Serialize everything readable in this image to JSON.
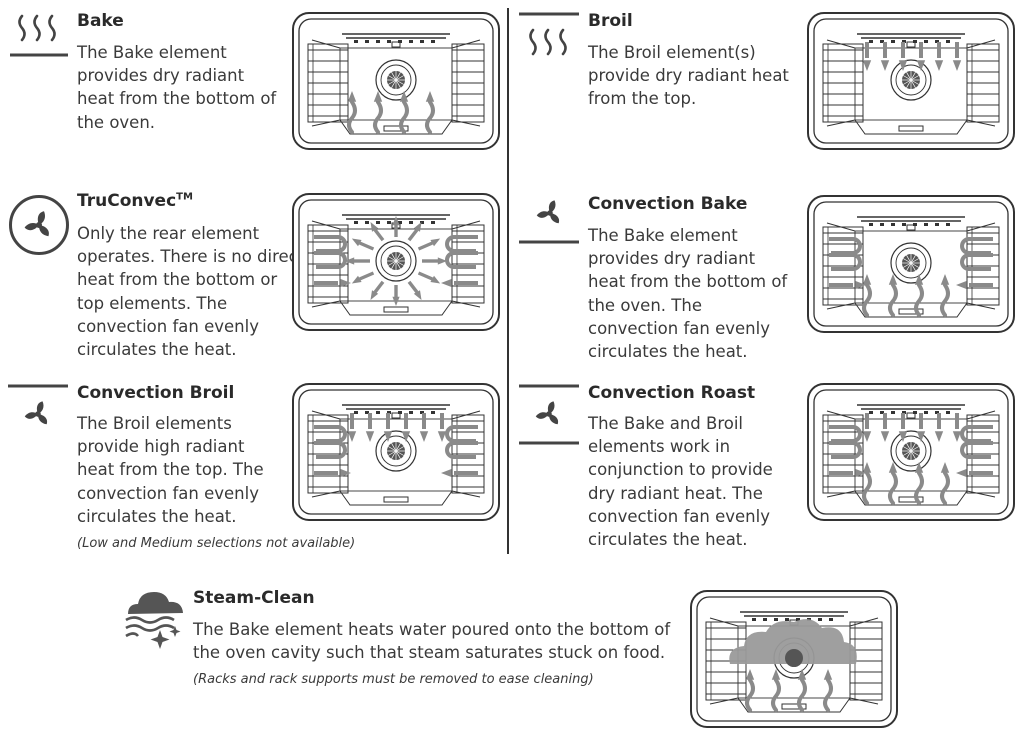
{
  "modes": [
    {
      "id": "bake",
      "title": "Bake",
      "title_sup": "",
      "description": "The Bake element provides dry radiant heat from the bottom of the oven.",
      "icon": "bake-icon",
      "diagram": [
        "bottom-heat"
      ]
    },
    {
      "id": "broil",
      "title": "Broil",
      "title_sup": "",
      "description": "The Broil element(s) provide dry radiant heat from the top.",
      "icon": "broil-icon",
      "diagram": [
        "top-heat"
      ]
    },
    {
      "id": "truconvec",
      "title": "TruConvec",
      "title_sup": "TM",
      "description": "Only the rear element operates. There is no direct heat from the bottom or top elements. The convection fan evenly circulates the heat.",
      "icon": "truconvec-fan-icon",
      "diagram": [
        "radial",
        "side-loops"
      ]
    },
    {
      "id": "convection-bake",
      "title": "Convection Bake",
      "title_sup": "",
      "description": "The Bake element provides dry radiant heat from the bottom of the oven. The convection fan evenly circulates the heat.",
      "icon": "convection-bake-icon",
      "diagram": [
        "bottom-heat",
        "side-loops"
      ]
    },
    {
      "id": "convection-broil",
      "title": "Convection Broil",
      "title_sup": "",
      "description": "The Broil elements provide high radiant heat from the top. The convection fan evenly circulates the heat.",
      "note": "(Low and Medium selections not available)",
      "icon": "convection-broil-icon",
      "diagram": [
        "top-heat",
        "side-loops"
      ]
    },
    {
      "id": "convection-roast",
      "title": "Convection Roast",
      "title_sup": "",
      "description": "The Bake and Broil elements work in conjunction to provide dry radiant heat. The convection fan evenly circulates the heat.",
      "icon": "convection-roast-icon",
      "diagram": [
        "top-heat",
        "bottom-heat",
        "side-loops"
      ]
    },
    {
      "id": "steam-clean",
      "title": "Steam-Clean",
      "title_sup": "",
      "description": "The Bake element heats water poured onto the bottom of the oven cavity such that steam saturates stuck on food.",
      "note": "(Racks and rack supports must be removed to ease cleaning)",
      "icon": "steam-clean-icon",
      "diagram": [
        "steam-cloud",
        "bottom-heat"
      ]
    }
  ],
  "colors": {
    "line": "#333333",
    "arrow": "#8a8a8a",
    "icon": "#444444",
    "cloud": "#9a9a9a"
  }
}
